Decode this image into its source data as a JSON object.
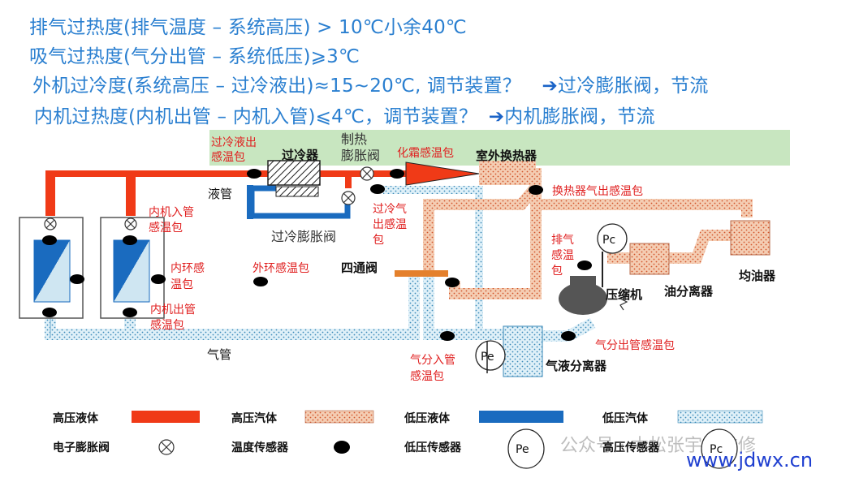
{
  "header": {
    "line1": "排气过热度(排气温度 – 系统高压) > 10℃小余40℃",
    "line2": "吸气过热度(气分出管 – 系统低压)⩾3℃",
    "line3": "外机过冷度(系统高压 – 过冷液出)≈15~20℃, 调节装置？",
    "line3_answer": "过冷膨胀阀，节流",
    "line4": "内机过热度(内机出管 – 内机入管)⩽4℃，调节装置？",
    "line4_answer": "内机膨胀阀，节流"
  },
  "labels": {
    "subcool_liquid_sensor": [
      "过冷液出",
      "感温包"
    ],
    "subcooler": "过冷器",
    "heating_exv": [
      "制热",
      "膨胀阀"
    ],
    "defrost_sensor": "化霜感温包",
    "outdoor_hx": "室外换热器",
    "liquid_pipe": "液管",
    "hx_gas_out_sensor": "换热器气出感温包",
    "subcool_gas_sensor": [
      "过冷气",
      "出感温",
      "包"
    ],
    "subcool_exv": "过冷膨胀阀",
    "indoor_in_sensor": [
      "内机入管",
      "感温包"
    ],
    "indoor_ambient_sensor": [
      "内环感",
      "温包"
    ],
    "outdoor_ambient_sensor": "外环感温包",
    "four_way_valve": "四通阀",
    "discharge_sensor": [
      "排气",
      "感温",
      "包"
    ],
    "compressor": "压缩机",
    "oil_separator": "油分离器",
    "oil_equalizer": "均油器",
    "indoor_out_sensor": [
      "内机出管",
      "感温包"
    ],
    "gas_pipe": "气管",
    "accum_in_sensor": [
      "气分入管",
      "感温包"
    ],
    "accumulator": "气液分离器",
    "accum_out_sensor": "气分出管感温包",
    "pc": "Pc",
    "pe": "Pe"
  },
  "legend": {
    "hp_liquid": "高压液体",
    "hp_gas": "高压汽体",
    "lp_liquid": "低压液体",
    "lp_gas": "低压汽体",
    "exv": "电子膨胀阀",
    "temp_sensor": "温度传感器",
    "lp_sensor": "低压传感器",
    "hp_sensor": "高压传感器",
    "pe": "Pe",
    "pc": "Pc"
  },
  "watermark": {
    "wechat": "公众号 · 木松张宇调维修",
    "url": "www.jdwx.cn"
  },
  "colors": {
    "hp_liquid": "#f03a17",
    "hp_gas": "#f2c4a8",
    "lp_liquid": "#1a6bbf",
    "lp_gas": "#cfe6f2",
    "header_text": "#2a7fd0",
    "band": "#c8e6c0",
    "label_red": "#e02020"
  },
  "icons": {
    "exv": "circle-x-icon",
    "temp_sensor": "filled-dot-icon",
    "pressure_sensor": "circle-label-icon",
    "arrow": "right-arrow-icon"
  }
}
